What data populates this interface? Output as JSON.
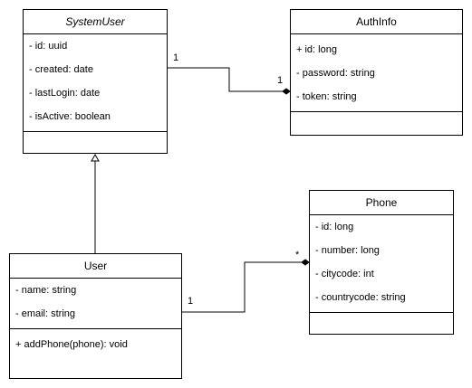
{
  "classes": {
    "system_user": {
      "name": "SystemUser",
      "attributes": [
        "- id: uuid",
        "- created: date",
        "- lastLogin: date",
        "- isActive: boolean"
      ],
      "methods": []
    },
    "auth_info": {
      "name": "AuthInfo",
      "attributes": [
        "+ id: long",
        "- password: string",
        "- token: string"
      ],
      "methods": []
    },
    "phone": {
      "name": "Phone",
      "attributes": [
        "- id: long",
        "- number: long",
        "- citycode: int",
        "- countrycode: string"
      ],
      "methods": []
    },
    "user": {
      "name": "User",
      "attributes": [
        "- name: string",
        "- email: string"
      ],
      "methods": [
        "+ addPhone(phone): void"
      ]
    }
  },
  "relations": {
    "systemuser_authinfo": {
      "source_multiplicity": "1",
      "target_multiplicity": "1",
      "kind": "composition"
    },
    "user_phone": {
      "source_multiplicity": "1",
      "target_multiplicity": "*",
      "kind": "composition"
    },
    "user_systemuser": {
      "kind": "generalization"
    }
  }
}
